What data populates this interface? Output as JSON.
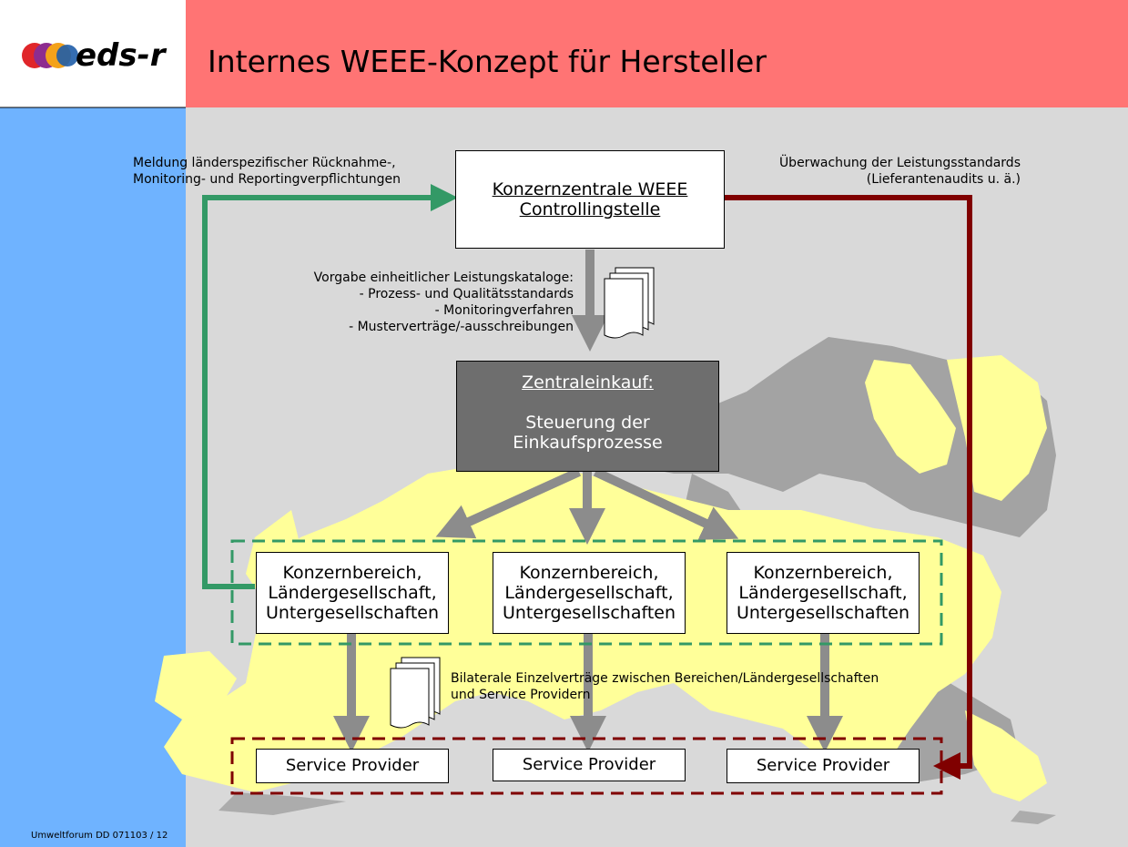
{
  "header": {
    "logo_text": "eds-r",
    "title": "Internes WEEE-Konzept für Hersteller"
  },
  "colors": {
    "header_band": "#ff7474",
    "left_band": "#6fb3ff",
    "content_bg": "#d9d9d9",
    "map_land": "#ffff99",
    "map_shadow": "#999999",
    "green_flow": "#339966",
    "darkred_flow": "#800000",
    "gray_arrow": "#8c8c8c",
    "purchasing_box": "#6e6e6e"
  },
  "diagram": {
    "controlling": {
      "line1": "Konzernzentrale WEEE",
      "line2": "Controllingstelle"
    },
    "purchasing": {
      "heading": "Zentraleinkauf:",
      "line1": "Steuerung der",
      "line2": "Einkaufsprozesse"
    },
    "left_note": {
      "line1": "Meldung länderspezifischer Rücknahme-,",
      "line2": "Monitoring- und Reportingverpflichtungen"
    },
    "right_note": {
      "line1": "Überwachung der Leistungsstandards",
      "line2": "(Lieferantenaudits u. ä.)"
    },
    "catalog_note": {
      "line1": "Vorgabe einheitlicher Leistungskataloge:",
      "line2": "- Prozess- und Qualitätsstandards",
      "line3": "- Monitoringverfahren",
      "line4": "- Musterverträge/-ausschreibungen"
    },
    "contracts_note": {
      "line1": "Bilaterale Einzelverträge zwischen Bereichen/Ländergesellschaften",
      "line2": "und  Service Providern"
    },
    "subsidiaries": [
      {
        "line1": "Konzernbereich,",
        "line2": "Ländergesellschaft,",
        "line3": "Untergesellschaften"
      },
      {
        "line1": "Konzernbereich,",
        "line2": "Ländergesellschaft,",
        "line3": "Untergesellschaften"
      },
      {
        "line1": "Konzernbereich,",
        "line2": "Ländergesellschaft,",
        "line3": "Untergesellschaften"
      }
    ],
    "providers": [
      "Service Provider",
      "Service Provider",
      "Service Provider"
    ]
  },
  "footer": {
    "text": "Umweltforum DD 071103 / 12"
  }
}
